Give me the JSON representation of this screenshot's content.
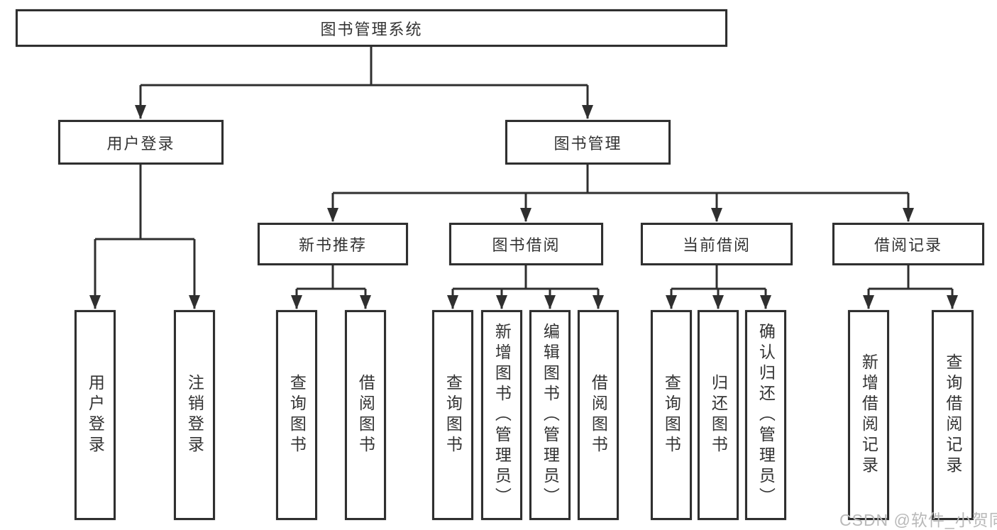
{
  "tree": {
    "label": "图书管理系统",
    "children": [
      {
        "label": "用户登录",
        "children": [
          {
            "label": "用户登录"
          },
          {
            "label": "注销登录"
          }
        ]
      },
      {
        "label": "图书管理",
        "children": [
          {
            "label": "新书推荐",
            "children": [
              {
                "label": "查询图书"
              },
              {
                "label": "借阅图书"
              }
            ]
          },
          {
            "label": "图书借阅",
            "children": [
              {
                "label": "查询图书"
              },
              {
                "label": "新增图书（管理员）"
              },
              {
                "label": "编辑图书（管理员）"
              },
              {
                "label": "借阅图书"
              }
            ]
          },
          {
            "label": "当前借阅",
            "children": [
              {
                "label": "查询图书"
              },
              {
                "label": "归还图书"
              },
              {
                "label": "确认归还（管理员）"
              }
            ]
          },
          {
            "label": "借阅记录",
            "children": [
              {
                "label": "新增借阅记录"
              },
              {
                "label": "查询借阅记录"
              }
            ]
          }
        ]
      }
    ]
  },
  "watermark": {
    "text": "CSDN @软件_小贺同学"
  },
  "colors": {
    "line": "#2f2f2f",
    "text": "#333333",
    "background": "#ffffff",
    "watermark": "#b9b9b9"
  }
}
